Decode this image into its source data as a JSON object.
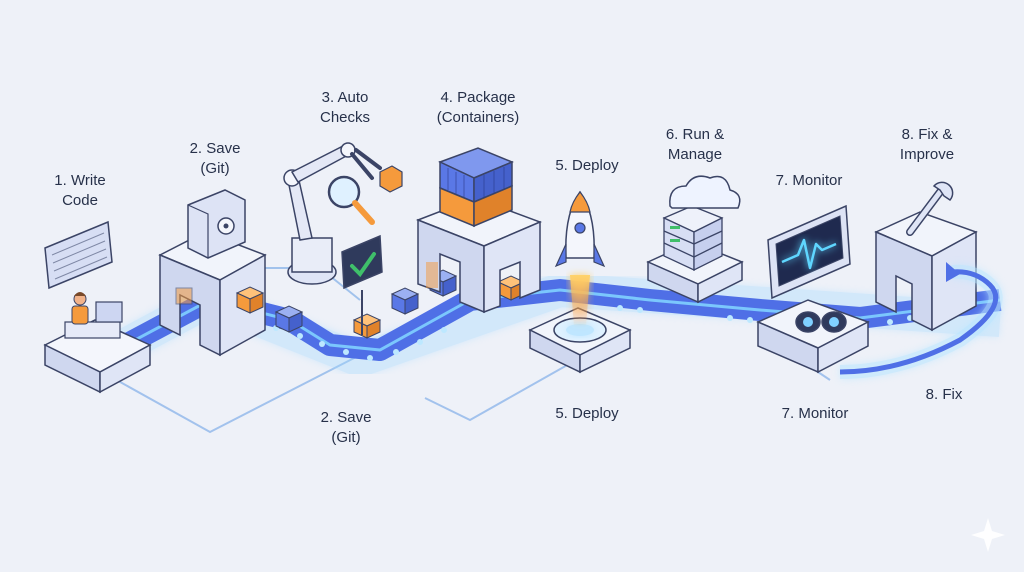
{
  "labels": {
    "write_code": "1. Write\nCode",
    "save_top": "2. Save\n(Git)",
    "auto_checks": "3. Auto\nChecks",
    "package": "4. Package\n(Containers)",
    "deploy_top": "5. Deploy",
    "run_manage": "6. Run &\nManage",
    "monitor_top": "7. Monitor",
    "fix_improve": "8. Fix &\nImprove",
    "save_bottom": "2. Save\n(Git)",
    "deploy_bottom": "5. Deploy",
    "monitor_bottom": "7. Monitor",
    "fix_bottom": "8. Fix"
  },
  "colors": {
    "background": "#eef1f8",
    "belt": "#4f6fe6",
    "glow": "#7fd0ff",
    "box_orange": "#f59a3c",
    "box_blue": "#5a78e6",
    "check_green": "#3fbf6a",
    "station": "#dfe5f6",
    "outline": "#3b4466"
  },
  "icons": {
    "developer": "developer-at-desk-icon",
    "keyboard": "keyboard-icon",
    "safe": "safe-vault-icon",
    "robot_arm": "robot-arm-icon",
    "magnifier": "magnifier-icon",
    "check": "checkmark-icon",
    "containers": "shipping-container-icon",
    "rocket": "rocket-icon",
    "cloud_server": "cloud-server-icon",
    "heartbeat": "heartbeat-monitor-icon",
    "binoculars": "binoculars-icon",
    "wrench": "wrench-icon",
    "sparkle": "sparkle-icon"
  }
}
